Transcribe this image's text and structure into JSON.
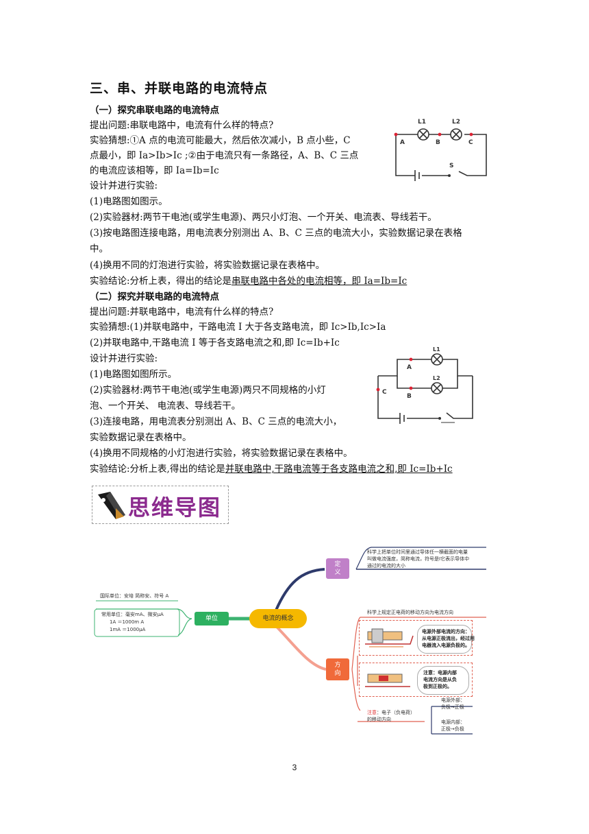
{
  "section_title": "三、串、并联电路的电流特点",
  "series": {
    "heading": "（一）探究串联电路的电流特点",
    "question": "提出问题:串联电路中，电流有什么样的特点?",
    "guess1": "实验猜想:①A 点的电流可能最大，然后依次减小，B 点小些，C",
    "guess2": "点最小，即 Ia>Ib>Ic ;②由于电流只有一条路径，A、B、C 三点",
    "guess3": "的电流应该相等，即 Ia=Ib=Ic",
    "design": "设计并进行实验:",
    "step1": "(1)电路图如图示。",
    "step2": "(2)实验器材:两节干电池(或学生电源)、两只小灯泡、一个开关、电流表、导线若干。",
    "step3a": "(3)按电路图连接电路，用电流表分别测出 A、B、C 三点的电流大小，实验数据记录在表格",
    "step3b": "中。",
    "step4": "(4)换用不同的灯泡进行实验，将实验数据记录在表格中。",
    "conclusion_prefix": "实验结论:分析上表，得出的结论是",
    "conclusion_underlined": "串联电路中各处的电流相等，即 Ia=Ib=Ic",
    "circuit_labels": {
      "l1": "L1",
      "l2": "L2",
      "a": "A",
      "b": "B",
      "c": "C",
      "s": "S"
    }
  },
  "parallel": {
    "heading": "（二）探究并联电路的电流特点",
    "question": "提出问题:并联电路中，电流有什么样的特点?",
    "guess1": "实验猜想:(1)并联电路中，干路电流 I 大于各支路电流，即 Ic>Ib,Ic>Ia",
    "guess2": "(2)并联电路中,干路电流 I 等于各支路电流之和,即 Ic=Ib+Ic",
    "design": "设计并进行实验:",
    "step1": "(1)电路图如图所示。",
    "step2a": "(2)实验器材:两节干电池(或学生电源)两只不同规格的小灯",
    "step2b": "泡、一个开关、  电流表、导线若干。",
    "step3a": "(3)连接电路，用电流表分别测出 A、B、C 三点的电流大小，",
    "step3b": "实验数据记录在表格中。",
    "step4": "(4)换用不同规格的小灯泡进行实验，将实验数据记录在表格中。",
    "conclusion_prefix": "实验结论:分析上表,得出的结论是",
    "conclusion_underlined": "并联电路中,干路电流等于各支路电流之和,即 Ic=Ib+Ic",
    "circuit_labels": {
      "l1": "L1",
      "l2": "L2",
      "a": "A",
      "b": "B",
      "c": "C"
    }
  },
  "banner": {
    "title": "思维导图"
  },
  "mindmap": {
    "center": "电流的概念",
    "unit_node": "单位",
    "unit_si": "国际单位：安培 简称安、符号 A",
    "unit_common1": "常用单位：毫安mA、微安μA",
    "unit_common2": "1A ＝1000m A",
    "unit_common3": "1mA ＝1000μA",
    "def_node_1": "定",
    "def_node_2": "义",
    "def_text1": "科学上把单位时间里通过导体任一横截面的电量",
    "def_text2": "叫做电流强度，简称电流，符号是I它表示导体中",
    "def_text3": "通过的电流的大小",
    "dir_node_1": "方",
    "dir_node_2": "向",
    "dir_text": "科学上规定正电荷的移动方向为电流方向",
    "bubble1_1": "电源外部电流的方向：",
    "bubble1_2": "从电源正极流出，经过用",
    "bubble1_3": "电器流入电源负极的。",
    "bubble2_1": "注意：电源内部",
    "bubble2_2": "电流方向是从负",
    "bubble2_3": "极到正极的。",
    "note_label": "注意",
    "note_rest": "：电子（负电荷）",
    "note_line2": "的移动方向",
    "outer_1": "电源外部：",
    "outer_2": "负极→正极",
    "inner_1": "电源内部：",
    "inner_2": "正极→负极"
  },
  "page_number": "3"
}
